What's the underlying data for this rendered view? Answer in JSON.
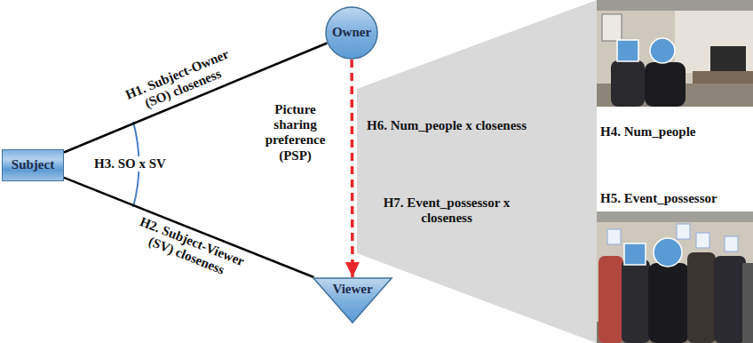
{
  "diagram": {
    "nodes": [
      {
        "text": [
          "Owner"
        ]
      },
      {
        "text": [
          "Subject"
        ]
      },
      {
        "text": [
          "Viewer"
        ]
      }
    ],
    "edges": [
      {
        "from": 1,
        "to": 0,
        "arrow": "none",
        "label": "H1. Subject-Owner (SO) closeness"
      },
      {
        "from": 1,
        "to": 2,
        "arrow": "none",
        "label": "H2. Subject-Viewer (SV) closeness"
      },
      {
        "from": 0,
        "to": 2,
        "arrow": "to",
        "label": "Picture sharing preference (PSP)"
      }
    ],
    "labels": [
      "H3. SO x SV",
      "H6. Num_people x closeness",
      "H7. Event_possessor x closeness",
      "H4. Num_people",
      "H5. Event_possessor"
    ]
  }
}
